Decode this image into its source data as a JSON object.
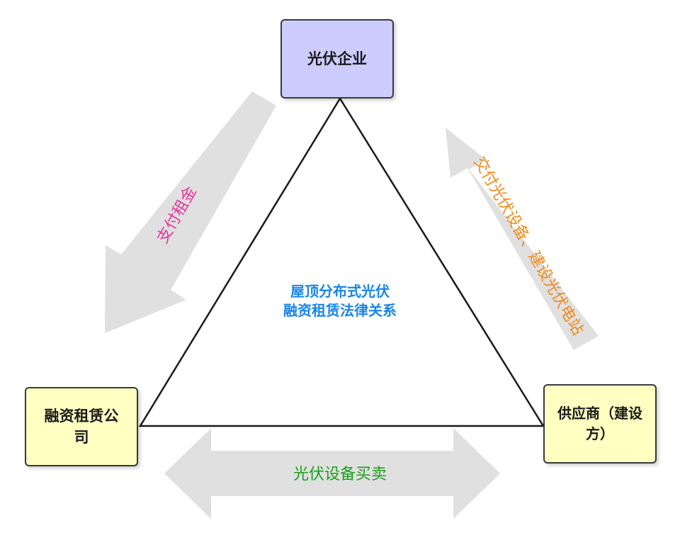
{
  "nodes": {
    "top": {
      "label": "光伏企业"
    },
    "left": {
      "line1": "融资租赁公",
      "line2": "司"
    },
    "right": {
      "line1": "供应商（建设",
      "line2": "方）"
    }
  },
  "center": {
    "line1": "屋顶分布式光伏",
    "line2": "融资租赁法律关系"
  },
  "arrows": {
    "rent": "支付租金",
    "deliver": "交付光伏设备、建设光伏电站",
    "trade": "光伏设备买卖"
  },
  "colors": {
    "top_node_fill": "#ccccff",
    "side_node_fill": "#ffffc2",
    "center_text": "#1a85e8",
    "rent_text": "#e8359c",
    "deliver_text": "#f08a1a",
    "trade_text": "#1aa01a",
    "arrow_fill": "#e0e0e0",
    "triangle_line": "#1a1a1a"
  }
}
